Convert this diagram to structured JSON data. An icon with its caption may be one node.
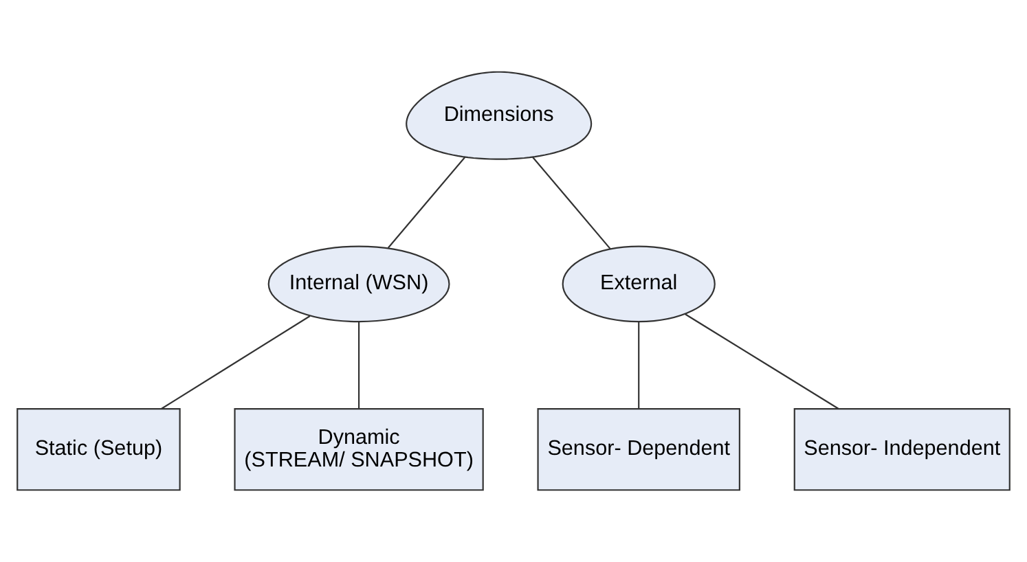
{
  "diagram": {
    "nodes": [
      {
        "text": [
          "Dimensions"
        ]
      },
      {
        "text": [
          "Internal (WSN)"
        ]
      },
      {
        "text": [
          "External"
        ]
      },
      {
        "text": [
          "Static (Setup)"
        ]
      },
      {
        "text": [
          "Dynamic",
          "(STREAM/ SNAPSHOT)"
        ]
      },
      {
        "text": [
          "Sensor- Dependent"
        ]
      },
      {
        "text": [
          "Sensor- Independent"
        ]
      }
    ],
    "edges": [
      {
        "from": 0,
        "to": 1,
        "arrow": "none"
      },
      {
        "from": 0,
        "to": 2,
        "arrow": "none"
      },
      {
        "from": 1,
        "to": 3,
        "arrow": "none"
      },
      {
        "from": 1,
        "to": 4,
        "arrow": "none"
      },
      {
        "from": 2,
        "to": 5,
        "arrow": "none"
      },
      {
        "from": 2,
        "to": 6,
        "arrow": "none"
      }
    ]
  }
}
